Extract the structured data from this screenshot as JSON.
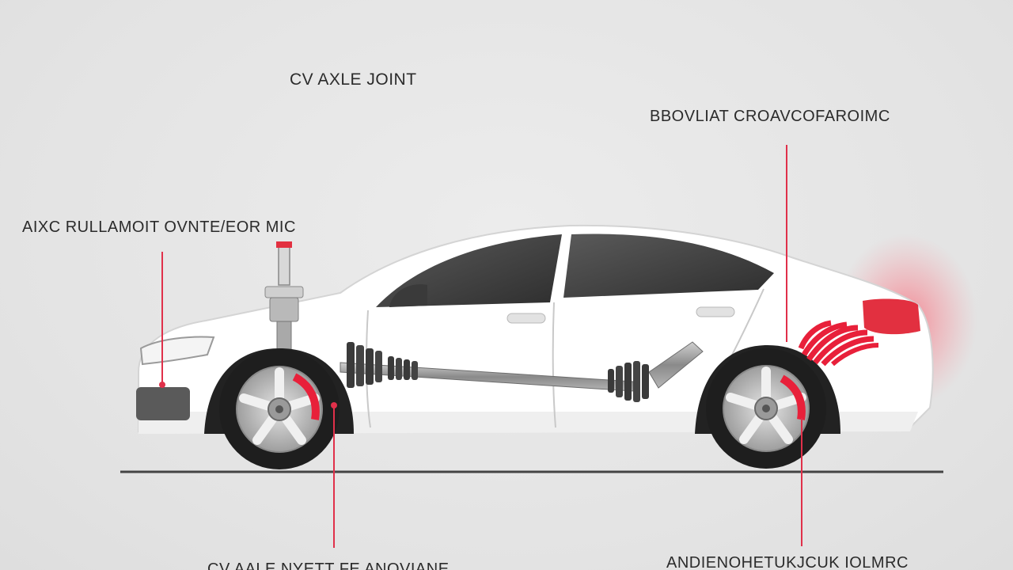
{
  "labels": {
    "top_center": "CV AXLE JOINT",
    "top_right": "BBOVLIAT CROAVCOFAROIMC",
    "left": "AIXC RULLAMOIT OVNTE/EOR MIC",
    "bottom_left": "CV AALE NYETT FE ANOVIANE",
    "bottom_right": "ANDIENOHETUKJCUK IOLMRC"
  },
  "colors": {
    "background": "#e6e6e6",
    "car_body": "#ffffff",
    "glass": "#4a4a4a",
    "tire": "#1e1e1e",
    "rim": "#bdbdbd",
    "accent_red": "#e8203a",
    "leader_line": "#e0304a",
    "ground_line": "#444444",
    "axle_boot": "#3a3a3a",
    "axle_shaft": "#9a9a9a"
  },
  "icons": {
    "front_strut": "shock-absorber-icon",
    "rear_boot": "red-cv-boot-icon"
  }
}
